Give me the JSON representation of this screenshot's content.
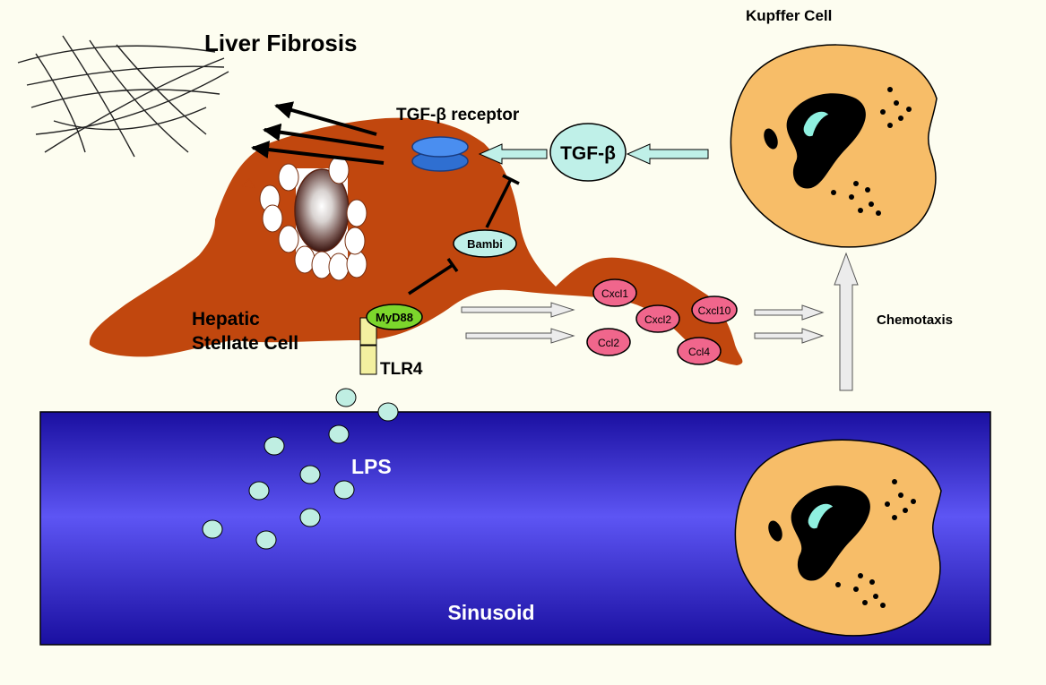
{
  "labels": {
    "liver_fibrosis": "Liver Fibrosis",
    "tgf_receptor": "TGF-β receptor",
    "tgf_beta": "TGF-β",
    "kupffer_cell": "Kupffer Cell",
    "bambi": "Bambi",
    "hsc_line1": "Hepatic",
    "hsc_line2": "Stellate Cell",
    "myd88": "MyD88",
    "tlr4": "TLR4",
    "lps": "LPS",
    "sinusoid": "Sinusoid",
    "chemotaxis": "Chemotaxis"
  },
  "chemokines": [
    "Cxcl1",
    "Cxcl2",
    "Cxcl10",
    "Ccl2",
    "Ccl4"
  ],
  "colors": {
    "background": "#fdfdf0",
    "stellate_cell": "#c1470e",
    "kupffer_cell": "#f7bd68",
    "sinusoid_dark": "#1a0fa0",
    "sinusoid_light": "#5d55f4",
    "tgf_beta_fill": "#bff0e8",
    "receptor": "#2f6fd1",
    "myd88": "#7cd62c",
    "tlr4": "#f3f0a0",
    "chemokine": "#f0668c",
    "lps": "#bfeee2",
    "arrow_fill": "#ececec"
  }
}
